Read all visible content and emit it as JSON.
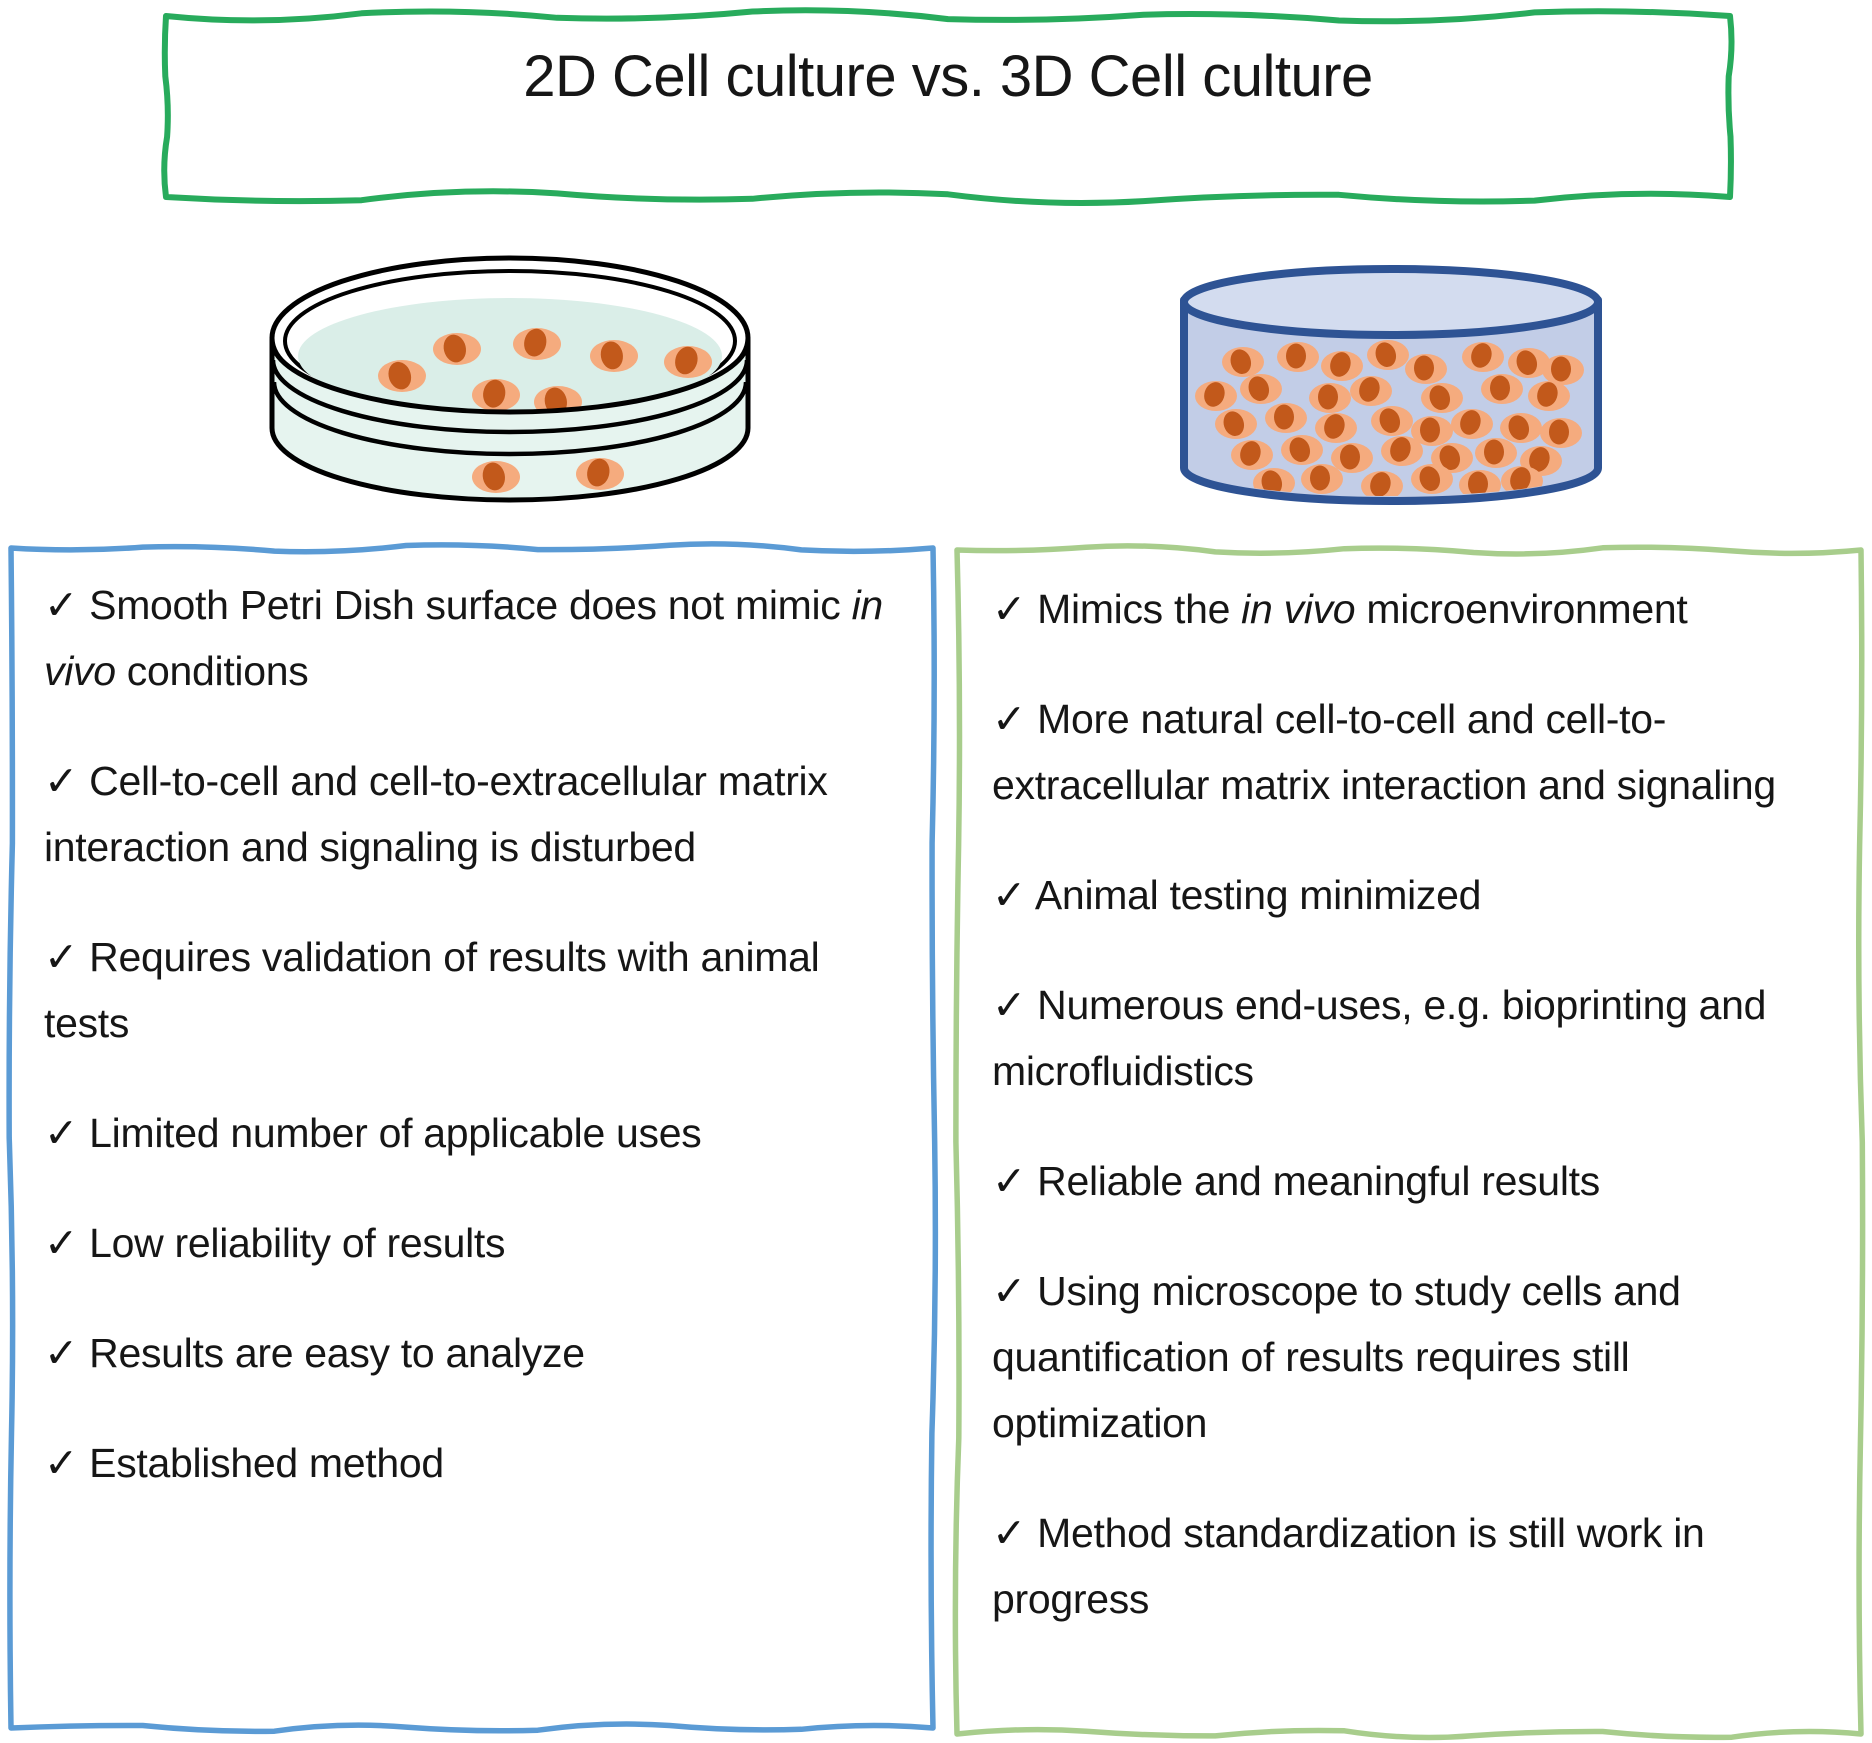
{
  "title": {
    "text": "2D Cell culture vs. 3D Cell culture"
  },
  "check_icon": "✓",
  "colors": {
    "title_border": "#28ab5c",
    "left_panel_border": "#5b9bd5",
    "right_panel_border": "#a8cd8c",
    "text": "#161616",
    "dish_outline": "#000000",
    "dish_media": "#daeee8",
    "dish_band": "#e6f4ef",
    "vessel_outline": "#2e5394",
    "vessel_body": "#c2cde7",
    "vessel_top": "#d3dcef",
    "cell_body": "#f5ab7e",
    "cell_nucleus": "#c2591b"
  },
  "left_panel": {
    "items": [
      {
        "parts": [
          {
            "text": "Smooth Petri Dish surface does not mimic "
          },
          {
            "text": "in vivo",
            "italic": true
          },
          {
            "text": " conditions"
          }
        ]
      },
      {
        "parts": [
          {
            "text": "Cell-to-cell and cell-to-extracellular matrix interaction and signaling is disturbed"
          }
        ]
      },
      {
        "parts": [
          {
            "text": "Requires validation of results with animal tests"
          }
        ]
      },
      {
        "parts": [
          {
            "text": "Limited number of applicable uses"
          }
        ]
      },
      {
        "parts": [
          {
            "text": "Low reliability of results"
          }
        ]
      },
      {
        "parts": [
          {
            "text": "Results are easy to analyze"
          }
        ]
      },
      {
        "parts": [
          {
            "text": "Established method"
          }
        ]
      }
    ]
  },
  "right_panel": {
    "items": [
      {
        "parts": [
          {
            "text": "Mimics the "
          },
          {
            "text": "in vivo",
            "italic": true
          },
          {
            "text": " microenvironment"
          }
        ]
      },
      {
        "parts": [
          {
            "text": "More natural cell-to-cell and cell-to-extracellular matrix interaction and signaling"
          }
        ]
      },
      {
        "parts": [
          {
            "text": "Animal testing minimized"
          }
        ]
      },
      {
        "parts": [
          {
            "text": "Numerous end-uses, e.g. bioprinting and microfluidistics"
          }
        ]
      },
      {
        "parts": [
          {
            "text": "Reliable and meaningful results"
          }
        ]
      },
      {
        "parts": [
          {
            "text": "Using microscope to study cells and quantification of results requires still optimization"
          }
        ]
      },
      {
        "parts": [
          {
            "text": "Method standardization is still work in progress"
          }
        ]
      }
    ]
  }
}
